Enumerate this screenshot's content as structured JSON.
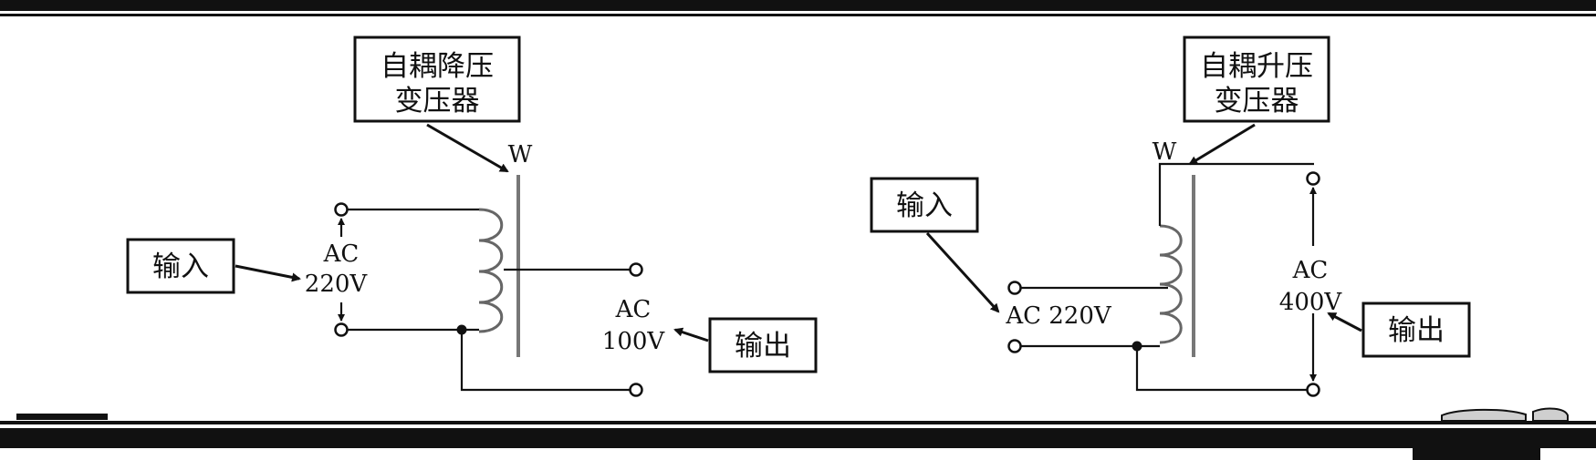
{
  "left_diagram": {
    "title_line1": "自耦降压",
    "title_line2": "变压器",
    "w_label": "W",
    "input_label": "输入",
    "input_value_line1": "AC",
    "input_value_line2": "220V",
    "output_value_line1": "AC",
    "output_value_line2": "100V",
    "output_label": "输出"
  },
  "right_diagram": {
    "title_line1": "自耦升压",
    "title_line2": "变压器",
    "w_label": "W",
    "input_label": "输入",
    "input_value": "AC 220V",
    "output_value_line1": "AC",
    "output_value_line2": "400V",
    "output_label": "输出"
  }
}
